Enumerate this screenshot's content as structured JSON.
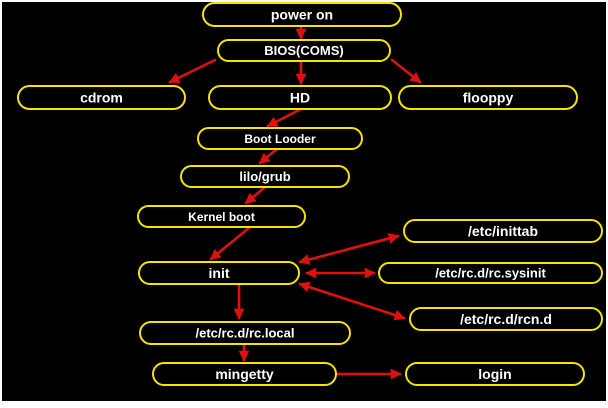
{
  "diagram": {
    "colors": {
      "background": "#000000",
      "node_border": "#f5e400",
      "arrow": "#e01010",
      "text": "#ffffff",
      "frame": "#ffffff"
    },
    "nodes": [
      {
        "id": "power-on",
        "label": "power on"
      },
      {
        "id": "bios",
        "label": "BIOS(COMS)"
      },
      {
        "id": "cdrom",
        "label": "cdrom"
      },
      {
        "id": "hd",
        "label": "HD"
      },
      {
        "id": "flooppy",
        "label": "flooppy"
      },
      {
        "id": "boot-looder",
        "label": "Boot Looder"
      },
      {
        "id": "lilo-grub",
        "label": "lilo/grub"
      },
      {
        "id": "kernel-boot",
        "label": "Kernel boot"
      },
      {
        "id": "init",
        "label": "init"
      },
      {
        "id": "inittab",
        "label": "/etc/inittab"
      },
      {
        "id": "rc-sysinit",
        "label": "/etc/rc.d/rc.sysinit"
      },
      {
        "id": "rcn-d",
        "label": "/etc/rc.d/rcn.d"
      },
      {
        "id": "rc-local",
        "label": "/etc/rc.d/rc.local"
      },
      {
        "id": "mingetty",
        "label": "mingetty"
      },
      {
        "id": "login",
        "label": "login"
      }
    ],
    "edges": [
      {
        "from": "power-on",
        "to": "bios",
        "bidirectional": false
      },
      {
        "from": "bios",
        "to": "cdrom",
        "bidirectional": false
      },
      {
        "from": "bios",
        "to": "hd",
        "bidirectional": false
      },
      {
        "from": "bios",
        "to": "flooppy",
        "bidirectional": false
      },
      {
        "from": "hd",
        "to": "boot-looder",
        "bidirectional": false
      },
      {
        "from": "boot-looder",
        "to": "lilo-grub",
        "bidirectional": false
      },
      {
        "from": "lilo-grub",
        "to": "kernel-boot",
        "bidirectional": false
      },
      {
        "from": "kernel-boot",
        "to": "init",
        "bidirectional": false
      },
      {
        "from": "init",
        "to": "inittab",
        "bidirectional": true
      },
      {
        "from": "init",
        "to": "rc-sysinit",
        "bidirectional": true
      },
      {
        "from": "init",
        "to": "rcn-d",
        "bidirectional": true
      },
      {
        "from": "init",
        "to": "rc-local",
        "bidirectional": false
      },
      {
        "from": "rc-local",
        "to": "mingetty",
        "bidirectional": false
      },
      {
        "from": "mingetty",
        "to": "login",
        "bidirectional": false
      }
    ]
  }
}
